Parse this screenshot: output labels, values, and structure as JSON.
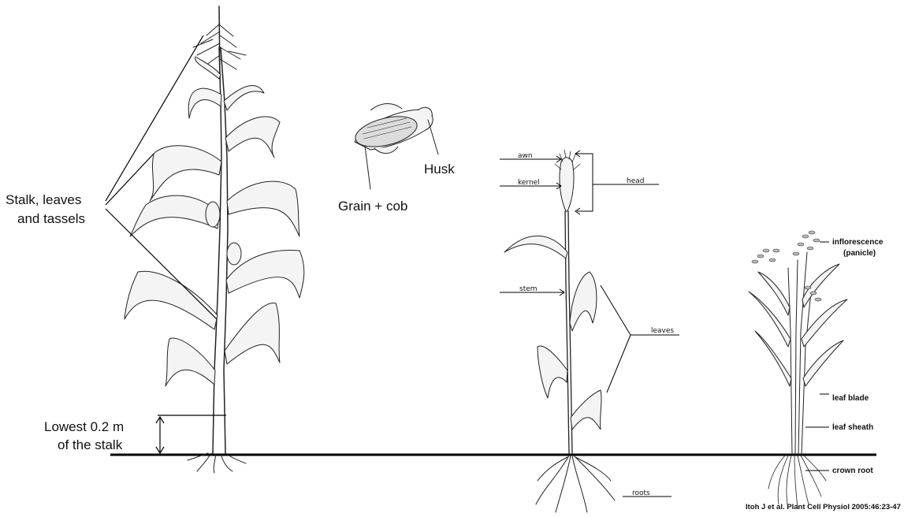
{
  "maize": {
    "label_stalk_line1": "Stalk, leaves",
    "label_stalk_line2": "and tassels",
    "label_lowest_line1": "Lowest 0.2 m",
    "label_lowest_line2": "of the stalk"
  },
  "ear": {
    "label_husk": "Husk",
    "label_grain": "Grain + cob"
  },
  "wheat": {
    "label_awn": "awn",
    "label_kernel": "kernel",
    "label_head": "head",
    "label_stem": "stem",
    "label_leaves": "leaves",
    "label_roots": "roots"
  },
  "rice": {
    "label_inflorescence_line1": "inflorescence",
    "label_inflorescence_line2": "(panicle)",
    "label_leaf_blade": "leaf blade",
    "label_leaf_sheath": "leaf sheath",
    "label_crown_root": "crown root"
  },
  "citation": "Itoh J et al. Plant Cell Physiol 2005:46:23-47"
}
